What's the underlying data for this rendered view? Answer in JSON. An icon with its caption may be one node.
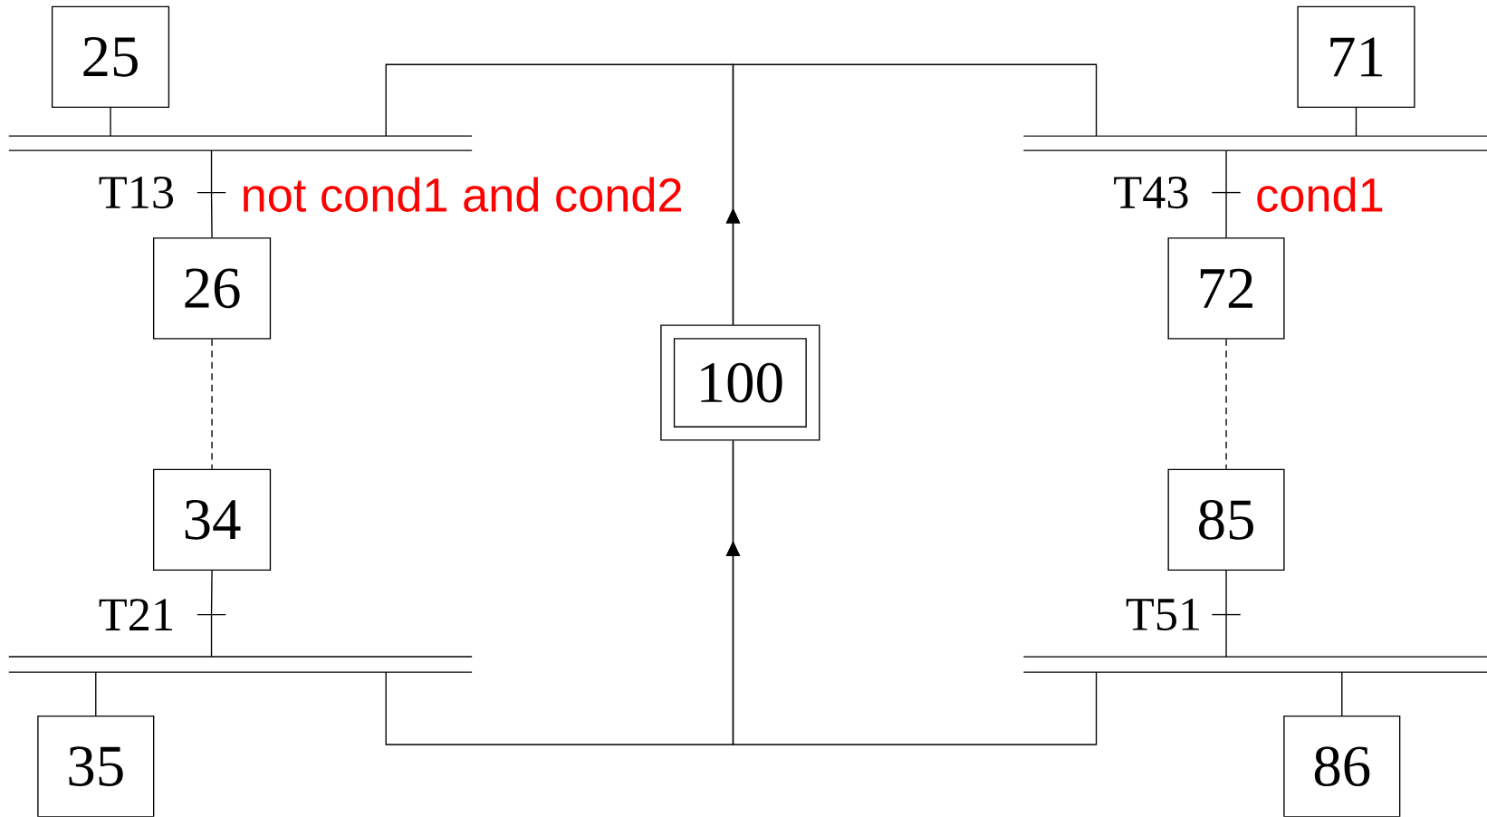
{
  "diagram": {
    "nodes": [
      {
        "text": [
          "25"
        ]
      },
      {
        "text": [
          "71"
        ]
      },
      {
        "text": [],
        "shape": "bar"
      },
      {
        "text": [],
        "shape": "bar"
      },
      {
        "text": [
          "T13",
          "not cond1 and cond2"
        ]
      },
      {
        "text": [
          "T43",
          "cond1"
        ]
      },
      {
        "text": [
          "26"
        ]
      },
      {
        "text": [
          "72"
        ]
      },
      {
        "text": [
          "100"
        ]
      },
      {
        "text": [
          "34"
        ]
      },
      {
        "text": [
          "85"
        ]
      },
      {
        "text": [
          "T21"
        ]
      },
      {
        "text": [
          "T51"
        ]
      },
      {
        "text": [],
        "shape": "bar"
      },
      {
        "text": [],
        "shape": "bar"
      },
      {
        "text": [
          "35"
        ]
      },
      {
        "text": [
          "86"
        ]
      }
    ],
    "edges": [
      {
        "from": 0,
        "to": 2,
        "arrow": "none"
      },
      {
        "from": 1,
        "to": 3,
        "arrow": "none"
      },
      {
        "from": 2,
        "to": 4,
        "arrow": "none"
      },
      {
        "from": 4,
        "to": 6,
        "arrow": "none"
      },
      {
        "from": 3,
        "to": 5,
        "arrow": "none"
      },
      {
        "from": 5,
        "to": 7,
        "arrow": "none"
      },
      {
        "from": 6,
        "to": 9,
        "arrow": "none",
        "style": "dashed"
      },
      {
        "from": 7,
        "to": 10,
        "arrow": "none",
        "style": "dashed"
      },
      {
        "from": 9,
        "to": 11,
        "arrow": "none"
      },
      {
        "from": 11,
        "to": 13,
        "arrow": "none"
      },
      {
        "from": 10,
        "to": 12,
        "arrow": "none"
      },
      {
        "from": 12,
        "to": 14,
        "arrow": "none"
      },
      {
        "from": 13,
        "to": 15,
        "arrow": "none"
      },
      {
        "from": 14,
        "to": 16,
        "arrow": "none"
      },
      {
        "from": 8,
        "to": 2,
        "arrow": "to"
      },
      {
        "from": 8,
        "to": 3,
        "arrow": "to"
      },
      {
        "from": 13,
        "to": 8,
        "arrow": "to"
      },
      {
        "from": 14,
        "to": 8,
        "arrow": "to"
      }
    ]
  }
}
